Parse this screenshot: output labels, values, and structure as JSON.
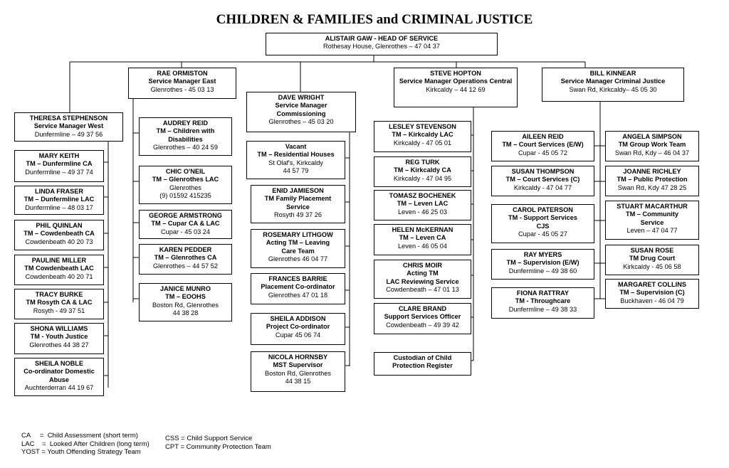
{
  "title": "CHILDREN & FAMILIES and CRIMINAL JUSTICE",
  "head": {
    "name": "ALISTAIR GAW -   HEAD OF SERVICE",
    "loc": "Rothesay House, Glenrothes – 47 04 37"
  },
  "managers": {
    "rae": {
      "name": "RAE ORMISTON",
      "role": "Service Manager East",
      "loc": "Glenrothes - 45 03 13"
    },
    "dave": {
      "name": "DAVE WRIGHT",
      "role": "Service Manager Commissioning",
      "loc": "Glenrothes – 45 03 20"
    },
    "steve": {
      "name": "STEVE HOPTON",
      "role": "Service Manager Operations Central",
      "loc": "Kirkcaldy  – 44 12 69"
    },
    "bill": {
      "name": "BILL KINNEAR",
      "role": "Service Manager Criminal Justice",
      "loc": "Swan Rd, Kirkcaldy– 45 05 30"
    },
    "theresa": {
      "name": "THERESA STEPHENSON",
      "role": "Service Manager West",
      "loc": "Dunfermline – 49 37 56"
    }
  },
  "west": [
    {
      "name": "MARY KEITH",
      "role": "TM – Dunfermline CA",
      "loc": "Dunfermline – 49 37 74"
    },
    {
      "name": "LINDA FRASER",
      "role": "TM – Dunfermline LAC",
      "loc": "Dunfermline – 48 03 17"
    },
    {
      "name": "PHIL QUINLAN",
      "role": "TM – Cowdenbeath CA",
      "loc": "Cowdenbeath  40 20 73"
    },
    {
      "name": "PAULINE MILLER",
      "role": "TM Cowdenbeath LAC",
      "loc": "Cowdenbeath  40 20 71"
    },
    {
      "name": "TRACY BURKE",
      "role": "TM Rosyth CA & LAC",
      "loc": "Rosyth - 49 37 51"
    },
    {
      "name": "SHONA WILLIAMS",
      "role": "TM - Youth Justice",
      "loc": "Glenrothes 44 38 27"
    },
    {
      "name": "SHEILA NOBLE",
      "role": "Co-ordinator Domestic Abuse",
      "loc": "Auchterderran 44 19 67"
    }
  ],
  "east": [
    {
      "name": "AUDREY REID",
      "role": "TM – Children with Disabilities",
      "loc": "Glenrothes – 40 24 59"
    },
    {
      "name": "CHIC O'NEIL",
      "role": "TM – Glenrothes LAC",
      "loc": "Glenrothes",
      "loc2": "(9) 01592 415235"
    },
    {
      "name": "GEORGE ARMSTRONG",
      "role": "TM – Cupar CA & LAC",
      "loc": "Cupar - 45 03 24"
    },
    {
      "name": "KAREN PEDDER",
      "role": "TM – Glenrothes CA",
      "loc": "Glenrothes – 44 57 52"
    },
    {
      "name": "JANICE MUNRO",
      "role": "TM – EOOHS",
      "loc": "Boston Rd, Glenrothes",
      "loc2": "44 38 28"
    }
  ],
  "commissioning": [
    {
      "name": "Vacant",
      "role": "TM – Residential Houses",
      "loc": "St Olaf's, Kirkcaldy",
      "loc2": "44 57 79"
    },
    {
      "name": "ENID JAMIESON",
      "role": "TM Family Placement Service",
      "loc": "Rosyth 49 37 26"
    },
    {
      "name": "ROSEMARY LITHGOW",
      "role": "Acting TM – Leaving Care Team",
      "loc": "Glenrothes 46 04 77"
    },
    {
      "name": "FRANCES BARRIE",
      "role": "Placement Co-ordinator",
      "loc": "Glenrothes 47 01 18"
    },
    {
      "name": "SHEILA ADDISON",
      "role": "Project Co-ordinator",
      "loc": "Cupar 45 06 74"
    },
    {
      "name": "NICOLA HORNSBY",
      "role": "MST Supervisor",
      "loc": "Boston Rd, Glenrothes",
      "loc2": "44 38 15"
    }
  ],
  "central": [
    {
      "name": "LESLEY STEVENSON",
      "role": "TM – Kirkcaldy LAC",
      "loc": "Kirkcaldy - 47 05 01"
    },
    {
      "name": "REG TURK",
      "role": "TM – Kirkcaldy CA",
      "loc": "Kirkcaldy - 47 04 95"
    },
    {
      "name": "TOMASZ BOCHENEK",
      "role": "TM – Leven  LAC",
      "loc": "Leven - 46 25 03"
    },
    {
      "name": "HELEN McKERNAN",
      "role": "TM – Leven CA",
      "loc": "Leven - 46 05 04"
    },
    {
      "name": "CHRIS MOIR",
      "role": "Acting TM",
      "role2": "LAC Reviewing Service",
      "loc": "Cowdenbeath – 47 01 13"
    },
    {
      "name": "CLARE BRAND",
      "role": "Support Services Officer",
      "loc": "Cowdenbeath – 49 39 42"
    },
    {
      "name": "Custodian of Child Protection Register",
      "role": "",
      "loc": ""
    }
  ],
  "cj_left": [
    {
      "name": "AILEEN REID",
      "role": "TM – Court Services (E/W)",
      "loc": "Cupar - 45 05 72"
    },
    {
      "name": "SUSAN THOMPSON",
      "role": "TM – Court Services (C)",
      "loc": "Kirkcaldy - 47 04 77"
    },
    {
      "name": "CAROL PATERSON",
      "role": "TM - Support Services CJS",
      "loc": "Cupar - 45 05 27"
    },
    {
      "name": "RAY MYERS",
      "role": "TM – Supervision (E/W)",
      "loc": "Dunfermline – 49 38 60"
    },
    {
      "name": "FIONA RATTRAY",
      "role": "TM -  Throughcare",
      "loc": "Dunfermline – 49 38 33"
    }
  ],
  "cj_right": [
    {
      "name": "ANGELA SIMPSON",
      "role": "TM Group Work Team",
      "loc": "Swan Rd, Kdy – 46 04 37"
    },
    {
      "name": "JOANNE RICHLEY",
      "role": "TM – Public Protection",
      "loc": "Swan Rd, Kdy 47 28 25"
    },
    {
      "name": "STUART MACARTHUR",
      "role": "TM – Community Service",
      "loc": "Leven – 47 04 77"
    },
    {
      "name": "SUSAN ROSE",
      "role": "TM Drug Court",
      "loc": "Kirkcaldy - 45 06 58"
    },
    {
      "name": "MARGARET COLLINS",
      "role": "TM – Supervision (C)",
      "loc": "Buckhaven - 46 04 79"
    }
  ],
  "legend": {
    "col1": "CA     =  Child Assessment (short term)\nLAC    =  Looked After Children (long term)\nYOST = Youth Offending Strategy Team",
    "col2": "CSS = Child Support Service\nCPT = Community Protection Team"
  }
}
